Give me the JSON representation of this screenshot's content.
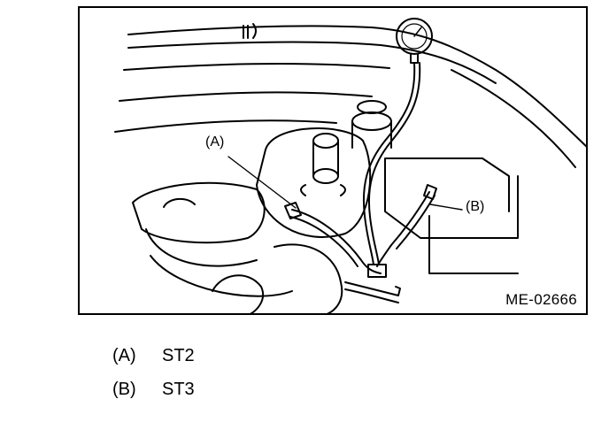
{
  "figure": {
    "code": "ME-02666",
    "callouts": {
      "a": "(A)",
      "b": "(B)"
    }
  },
  "legend": [
    {
      "key": "(A)",
      "value": "ST2"
    },
    {
      "key": "(B)",
      "value": "ST3"
    }
  ]
}
